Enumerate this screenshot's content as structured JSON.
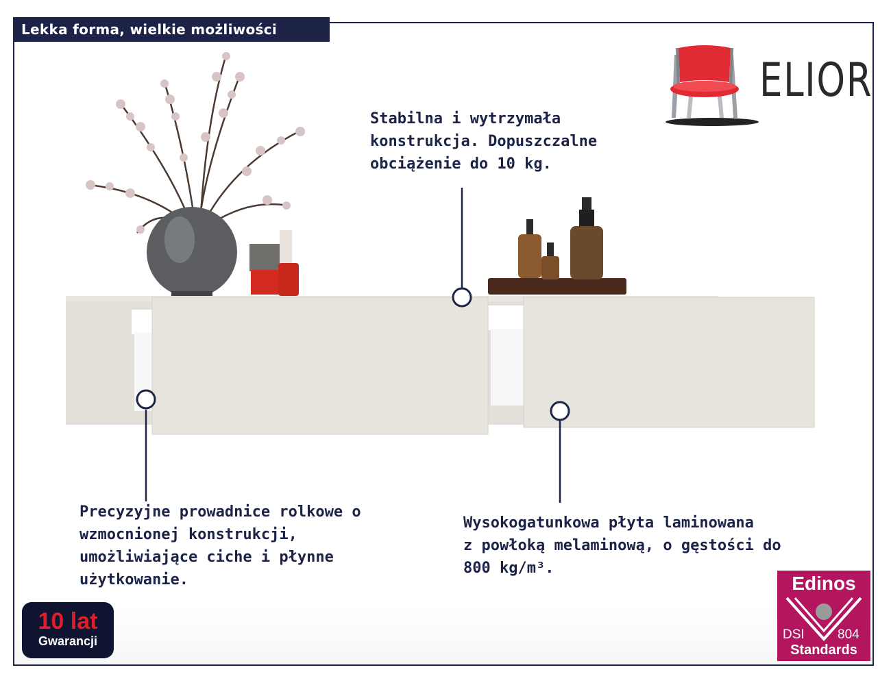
{
  "header": {
    "title": "Lekka forma, wielkie możliwości"
  },
  "brand": {
    "name": "ELIOR",
    "icon": "chair-icon"
  },
  "callouts": [
    {
      "lines": [
        "Stabilna i wytrzymała",
        "konstrukcja. Dopuszczalne",
        "obciążenie do 10 kg."
      ]
    },
    {
      "lines": [
        "Precyzyjne prowadnice rolkowe o",
        "wzmocnionej konstrukcji,",
        "umożliwiające ciche i płynne",
        "użytkowanie."
      ]
    },
    {
      "lines": [
        "Wysokogatunkowa płyta laminowana",
        "z powłoką melaminową, o gęstości do",
        "800 kg/m³."
      ]
    }
  ],
  "badges": {
    "warranty": {
      "years": "10 lat",
      "label": "Gwarancji"
    },
    "certification": {
      "top": "Edinos",
      "left_code": "DSI",
      "right_code": "804",
      "bottom": "Standards"
    }
  },
  "colors": {
    "navy": "#1c2347",
    "brand_red": "#e11d2b",
    "cert_magenta": "#b3155f"
  }
}
